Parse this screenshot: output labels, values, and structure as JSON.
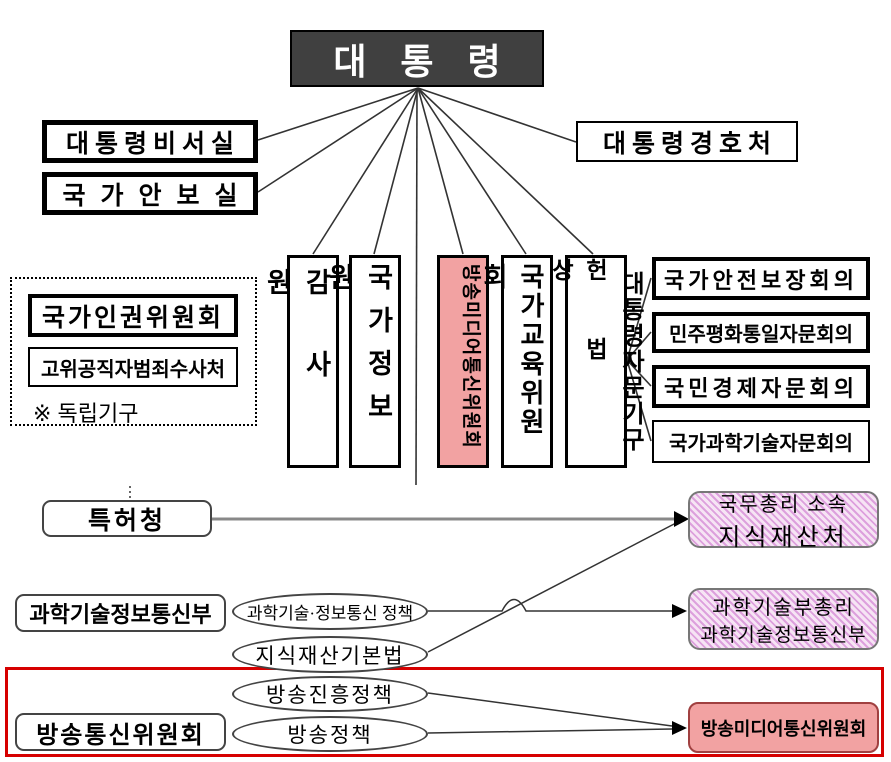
{
  "top": {
    "president": "대통령",
    "left_offices": [
      "대통령비서실",
      "국가안보실"
    ],
    "right_office": "대통령경호처"
  },
  "direct_organs": {
    "audit": "감사원",
    "nis": "국가정보원",
    "bmcc_vertical": "방송미디어통신위원회",
    "education": "국가교육위원회",
    "constitutional_left": "헌법상",
    "constitutional_right": "대통령자문기구"
  },
  "advisory_councils": [
    "국가안전보장회의",
    "민주평화통일자문회의",
    "국민경제자문회의",
    "국가과학기술자문회의"
  ],
  "independent_box": {
    "human_rights": "국가인권위원회",
    "cio": "고위공직자범죄수사처",
    "note": "※  독립기구"
  },
  "lower": {
    "patent_office": "특허청",
    "ipo_box": {
      "line1": "국무총리 소속",
      "line2": "지식재산처"
    },
    "msit": "과학기술정보통신부",
    "policy_pill": "과학기술·정보통신 정책",
    "ip_law_pill": "지식재산기본법",
    "msit_box": {
      "line1": "과학기술부총리",
      "line2": "과학기술정보통신부"
    },
    "kcc": "방송통신위원회",
    "promo_pill": "방송진흥정책",
    "policy2_pill": "방송정책",
    "bmcc_box": "방송미디어통신위원회"
  },
  "colors": {
    "president_bg": "#404040",
    "highlight_pink": "#F2A2A2",
    "purple_hatch": "#DDA0DD",
    "red_outline": "#D60000"
  }
}
